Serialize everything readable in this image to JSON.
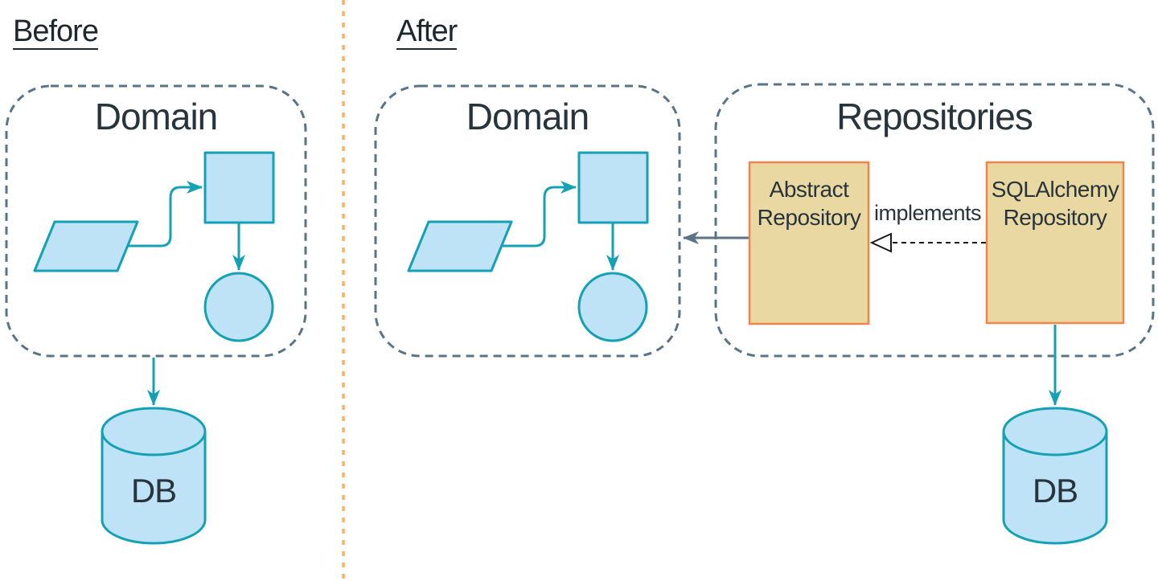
{
  "colors": {
    "teal_stroke": "#14a1b5",
    "shape_fill": "#bee3f7",
    "slate_dash_border": "#5a7486",
    "tan_fill": "#e9d8a1",
    "tan_border": "#f0854b",
    "divider_orange": "#fcb168",
    "text_dark": "#28343b",
    "implements_black": "#1a1a1a"
  },
  "before_panel": {
    "heading": "Before",
    "domain_title": "Domain",
    "db_label": "DB"
  },
  "after_panel": {
    "heading": "After",
    "domain_title": "Domain",
    "repositories_title": "Repositories",
    "abstract_repository_label": "Abstract Repository",
    "sqlalchemy_repository_label": "SQLAlchemy Repository",
    "implements_label": "implements",
    "db_label": "DB"
  }
}
